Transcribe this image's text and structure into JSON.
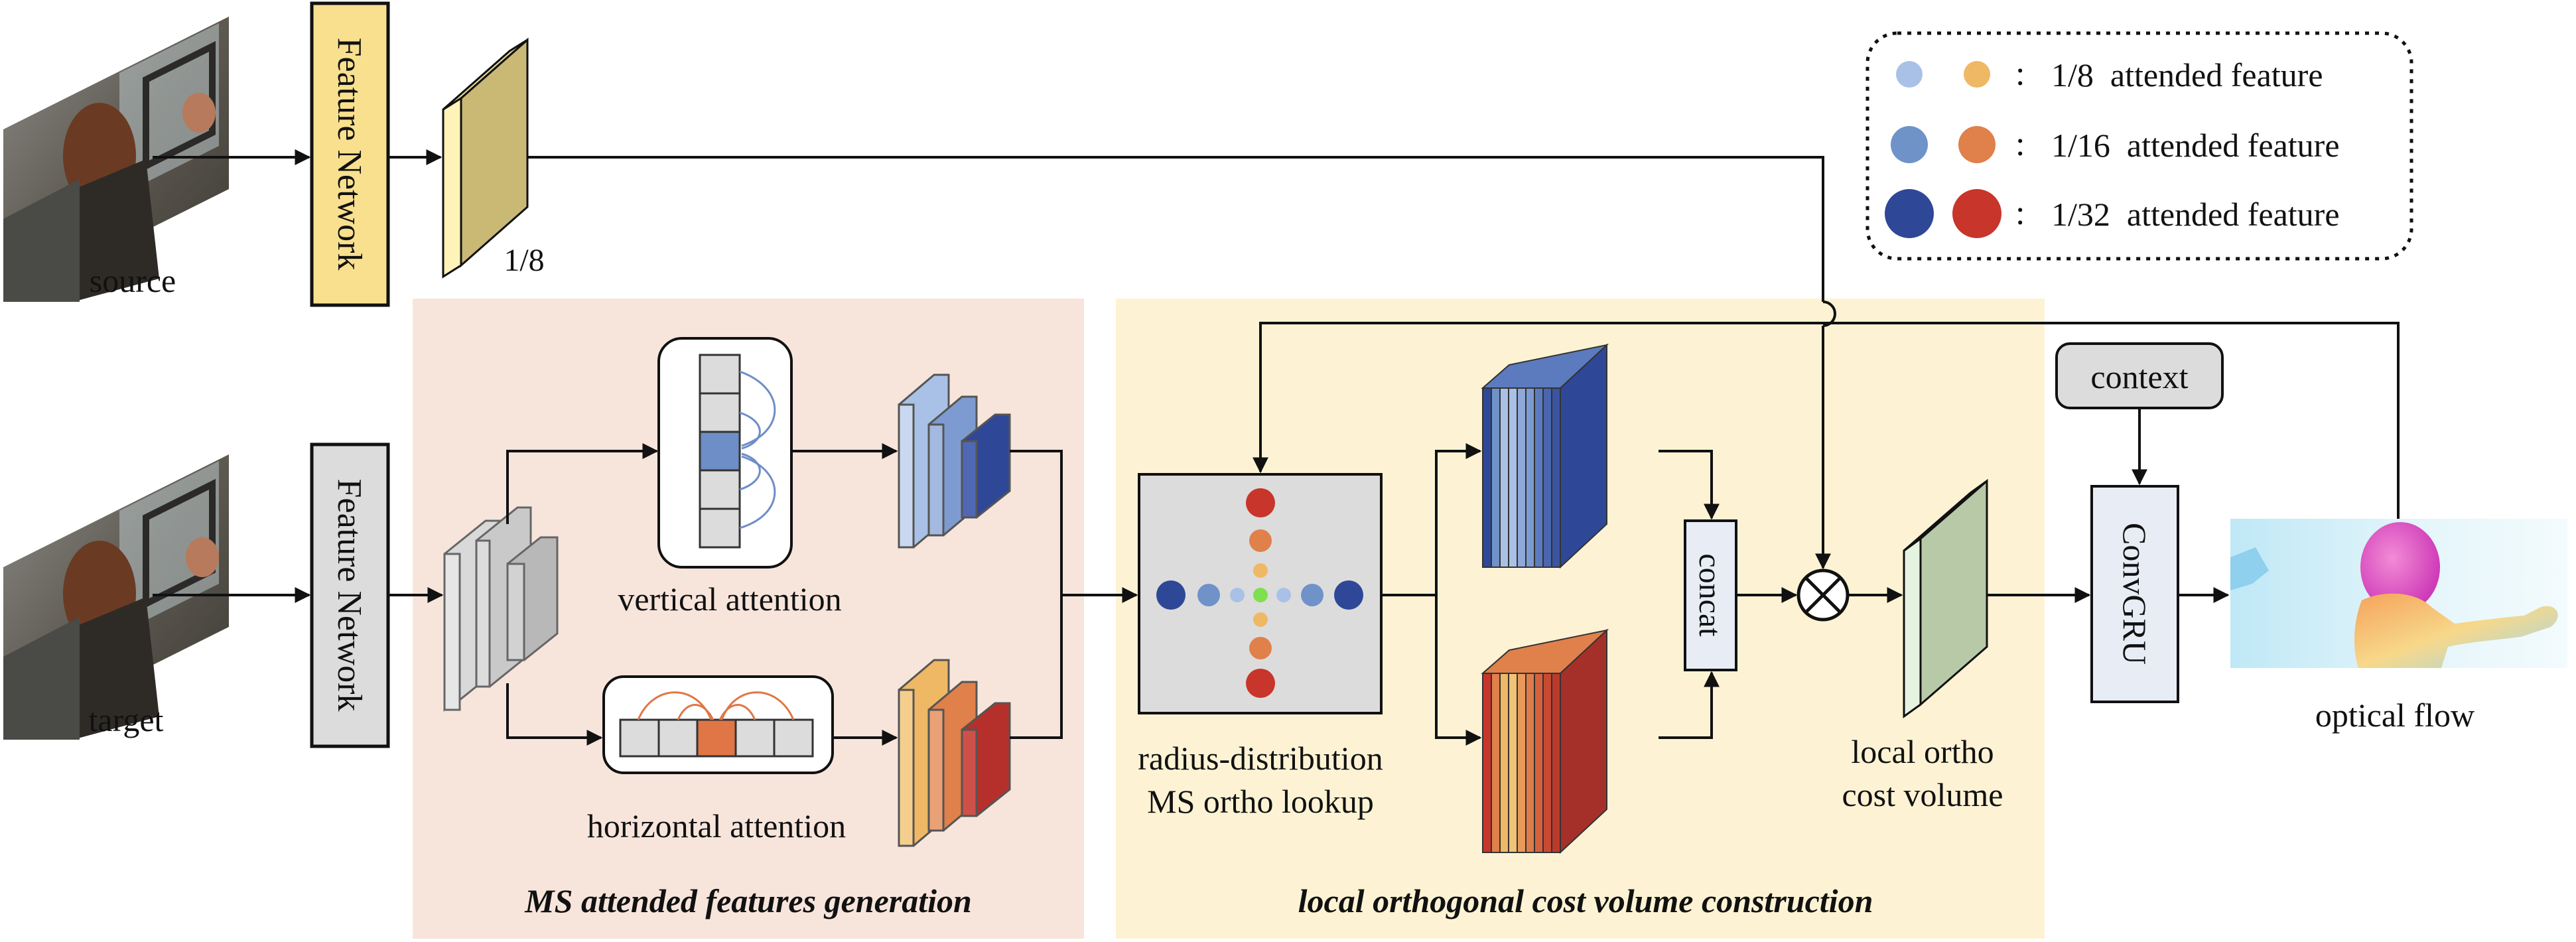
{
  "inputs": {
    "source_label": "source",
    "target_label": "target"
  },
  "feature_network": {
    "top_label": "Feature Network",
    "bottom_label": "Feature Network",
    "top_color": "#F8E08E",
    "bottom_color": "#DCDCDC"
  },
  "feature_scale_label": "1/8",
  "attention": {
    "vertical_label": "vertical attention",
    "horizontal_label": "horizontal attention"
  },
  "lookup": {
    "label_line1": "radius-distribution",
    "label_line2": "MS ortho lookup"
  },
  "concat_label": "concat",
  "cost_volume": {
    "label_line1": "local ortho",
    "label_line2": "cost volume"
  },
  "context_label": "context",
  "convgru_label": "ConvGRU",
  "optical_flow_label": "optical flow",
  "panels": {
    "ms_title": "MS attended features generation",
    "ms_color": "#F7E5DC",
    "local_title": "local orthogonal cost volume construction",
    "local_color": "#FDF3D4"
  },
  "legend": {
    "rows": [
      {
        "blue": "#A9C1E6",
        "orange": "#EFB864",
        "text": "1/8  attended feature"
      },
      {
        "blue": "#6F92C9",
        "orange": "#E0804A",
        "text": "1/16  attended feature"
      },
      {
        "blue": "#2F4797",
        "orange": "#C8352A",
        "text": "1/32  attended feature"
      }
    ],
    "separator": ":"
  }
}
